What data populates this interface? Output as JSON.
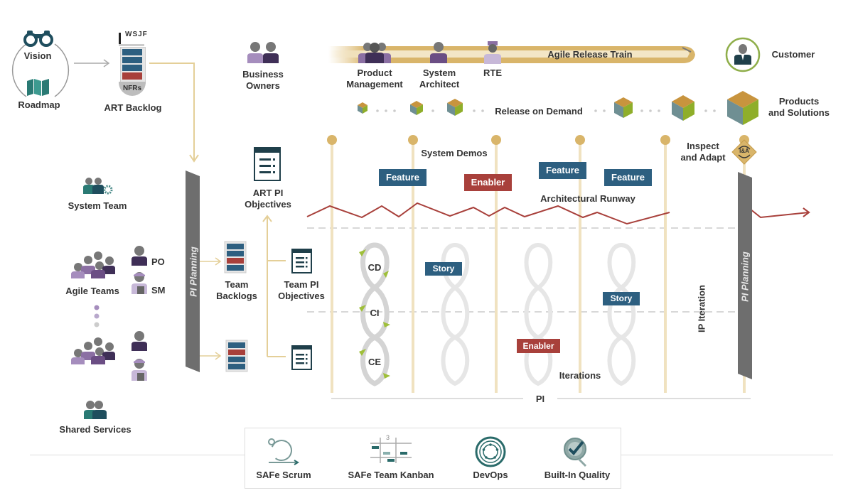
{
  "left": {
    "vision": "Vision",
    "roadmap": "Roadmap",
    "art_backlog": "ART Backlog",
    "wsjf": "WSJF",
    "nfrs": "NFRs",
    "system_team": "System Team",
    "agile_teams": "Agile Teams",
    "po": "PO",
    "sm": "SM",
    "shared_services": "Shared Services",
    "pi_planning": "PI Planning"
  },
  "middle": {
    "business_owners_line1": "Business",
    "business_owners_line2": "Owners",
    "art_pi_objectives_line1": "ART PI",
    "art_pi_objectives_line2": "Objectives",
    "team_backlogs_line1": "Team",
    "team_backlogs_line2": "Backlogs",
    "team_pi_objectives_line1": "Team PI",
    "team_pi_objectives_line2": "Objectives"
  },
  "train": {
    "title": "Agile Release Train",
    "product_management_line1": "Product",
    "product_management_line2": "Management",
    "system_architect_line1": "System",
    "system_architect_line2": "Architect",
    "rte": "RTE",
    "customer": "Customer",
    "release_on_demand": "Release on Demand",
    "products_line1": "Products",
    "products_line2": "and Solutions"
  },
  "timeline": {
    "system_demos": "System Demos",
    "inspect_line1": "Inspect",
    "inspect_line2": "and Adapt",
    "ia_badge": "I&A",
    "architectural_runway": "Architectural Runway",
    "iterations": "Iterations",
    "pi": "PI",
    "ip_iteration": "IP Iteration",
    "pi_planning": "PI Planning",
    "backlog_items": [
      {
        "type": "feature",
        "label": "Feature"
      },
      {
        "type": "enabler",
        "label": "Enabler"
      },
      {
        "type": "feature",
        "label": "Feature"
      },
      {
        "type": "feature",
        "label": "Feature"
      }
    ],
    "stories": [
      {
        "type": "story",
        "label": "Story"
      },
      {
        "type": "story",
        "label": "Story"
      },
      {
        "type": "enabler",
        "label": "Enabler"
      }
    ],
    "loop_labels": [
      "CD",
      "CI",
      "CE"
    ]
  },
  "footer": {
    "items": [
      {
        "label": "SAFe Scrum",
        "icon": "scrum-icon"
      },
      {
        "label": "SAFe Team Kanban",
        "icon": "kanban-icon",
        "kanban_digit": "3"
      },
      {
        "label": "DevOps",
        "icon": "devops-icon"
      },
      {
        "label": "Built-In Quality",
        "icon": "quality-icon"
      }
    ]
  },
  "colors": {
    "feature": "#2d5f80",
    "enabler": "#a8403b",
    "gold": "#d9b56a",
    "runway": "#a8403b",
    "teal": "#2a6b6a",
    "purple": "#6b4e84",
    "pi_bar": "#6e6e6e"
  }
}
